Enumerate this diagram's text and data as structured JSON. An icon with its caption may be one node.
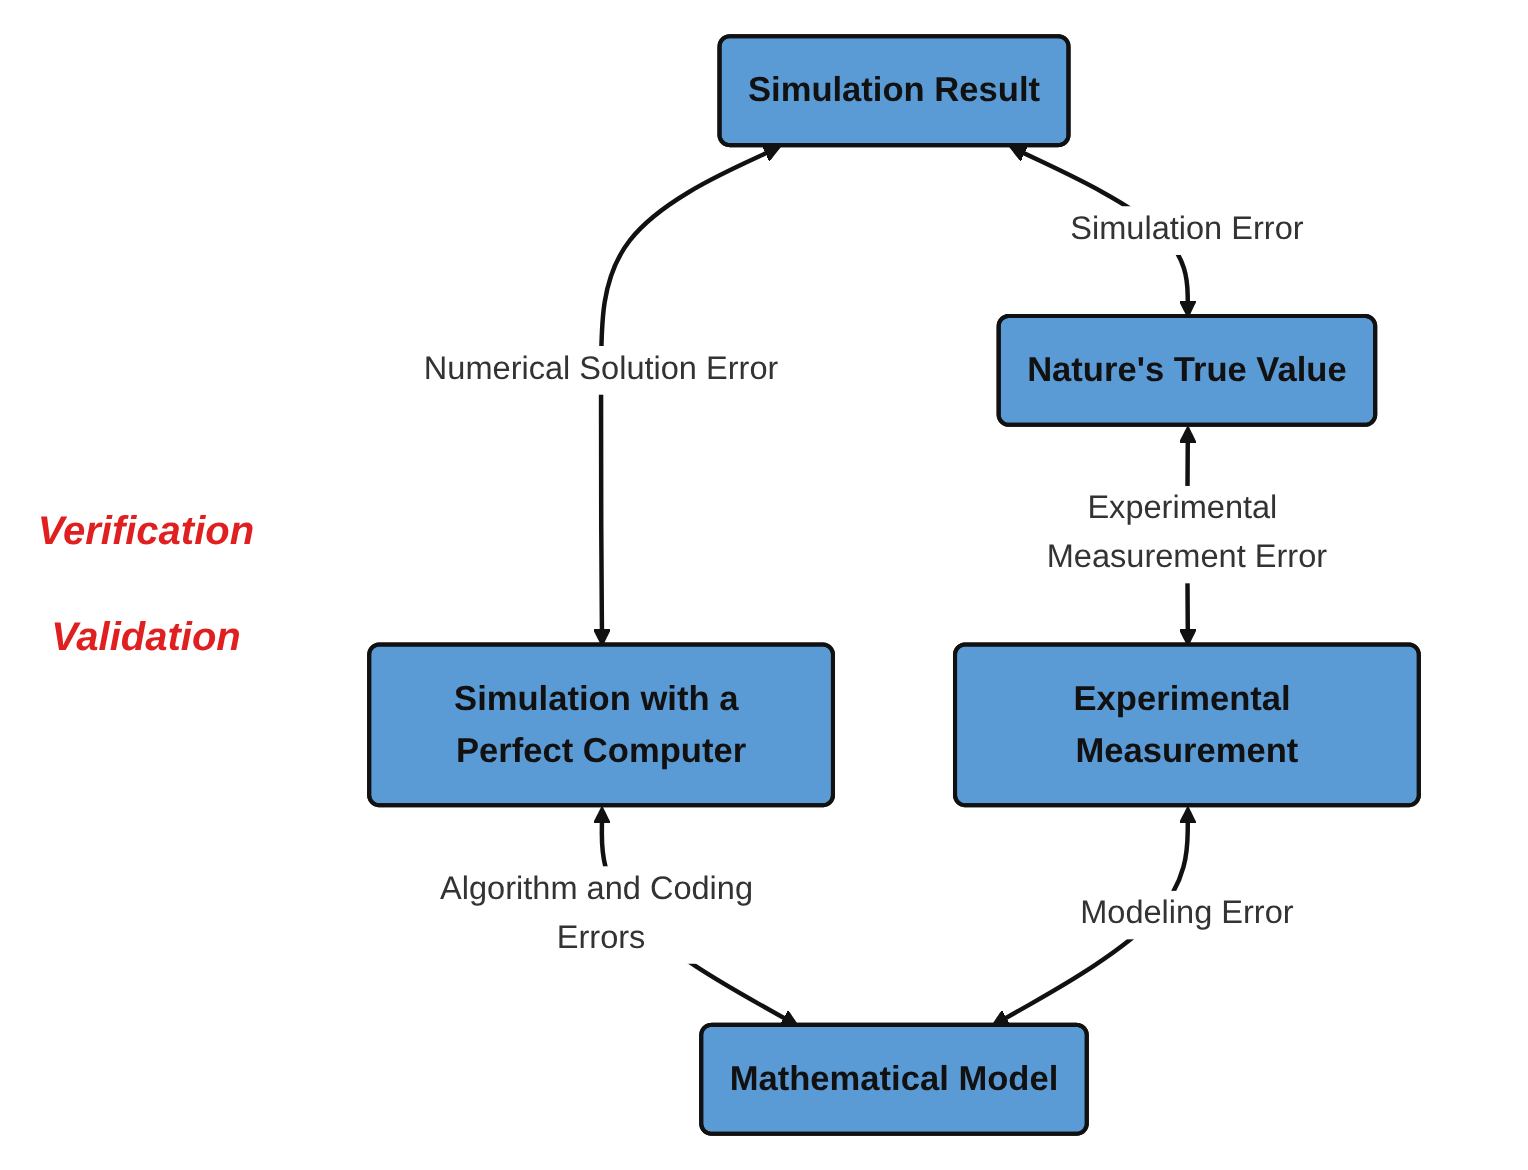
{
  "diagram": {
    "nodes": [
      {
        "text": [
          "Simulation Result"
        ]
      },
      {
        "text": [
          "Nature's True Value"
        ]
      },
      {
        "text": [
          "Simulation with a Perfect Computer"
        ]
      },
      {
        "text": [
          "Experimental Measurement"
        ]
      },
      {
        "text": [
          "Mathematical Model"
        ]
      }
    ],
    "edges": [
      {
        "from": 0,
        "to": 1,
        "arrow": "both",
        "label": "Simulation Error"
      },
      {
        "from": 0,
        "to": 2,
        "arrow": "both",
        "label": "Numerical Solution Error"
      },
      {
        "from": 1,
        "to": 3,
        "arrow": "both",
        "label": "Experimental Measurement Error"
      },
      {
        "from": 2,
        "to": 4,
        "arrow": "both",
        "label": "Algorithm and Coding Errors"
      },
      {
        "from": 3,
        "to": 4,
        "arrow": "both",
        "label": "Modeling Error"
      }
    ],
    "labels": [
      "Verification",
      "Validation"
    ]
  }
}
